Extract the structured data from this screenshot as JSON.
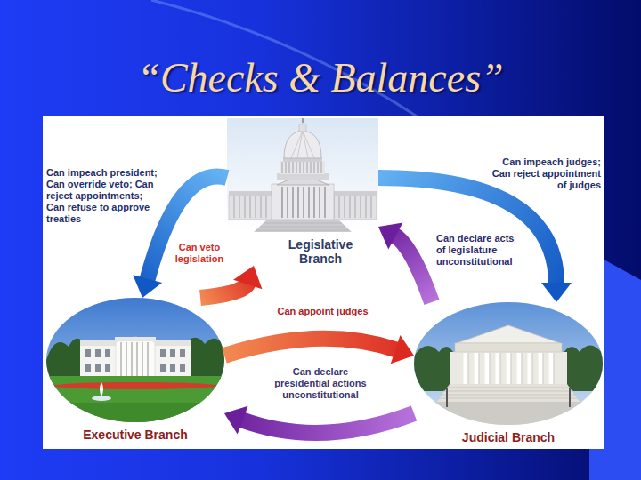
{
  "diagram": {
    "title": "“Checks & Balances”",
    "nodes": [
      {
        "text": [
          "Legislative Branch"
        ]
      },
      {
        "text": [
          "Executive Branch"
        ]
      },
      {
        "text": [
          "Judicial Branch"
        ]
      }
    ],
    "edges": [
      {
        "from": 0,
        "to": 1,
        "arrow": "to",
        "label": "Can impeach president; Can override veto; Can reject appointments; Can refuse to approve treaties"
      },
      {
        "from": 1,
        "to": 0,
        "arrow": "to",
        "label": "Can veto legislation"
      },
      {
        "from": 0,
        "to": 2,
        "arrow": "to",
        "label": "Can impeach judges; Can reject appointment of judges"
      },
      {
        "from": 2,
        "to": 0,
        "arrow": "to",
        "label": "Can declare acts of legislature unconstitutional"
      },
      {
        "from": 1,
        "to": 2,
        "arrow": "to",
        "label": "Can appoint judges"
      },
      {
        "from": 2,
        "to": 1,
        "arrow": "to",
        "label": "Can declare presidential actions unconstitutional"
      }
    ]
  }
}
